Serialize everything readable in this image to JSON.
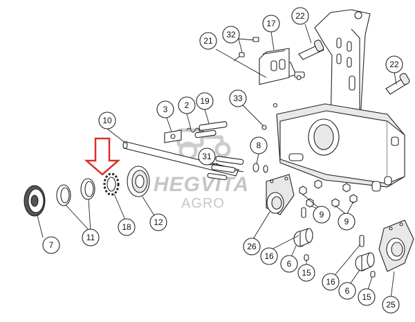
{
  "watermark": {
    "brand": "HEGVITA",
    "sub": "AGRO"
  },
  "arrow": {
    "color": "#d9302a",
    "target_part": "18"
  },
  "callouts": [
    {
      "id": "c-2",
      "label": "2"
    },
    {
      "id": "c-3",
      "label": "3"
    },
    {
      "id": "c-19",
      "label": "19"
    },
    {
      "id": "c-10",
      "label": "10"
    },
    {
      "id": "c-31",
      "label": "31"
    },
    {
      "id": "c-8",
      "label": "8"
    },
    {
      "id": "c-17",
      "label": "17"
    },
    {
      "id": "c-32",
      "label": "32"
    },
    {
      "id": "c-21",
      "label": "21"
    },
    {
      "id": "c-33",
      "label": "33"
    },
    {
      "id": "c-22a",
      "label": "22"
    },
    {
      "id": "c-22b",
      "label": "22"
    },
    {
      "id": "c-7",
      "label": "7"
    },
    {
      "id": "c-11",
      "label": "11"
    },
    {
      "id": "c-18",
      "label": "18"
    },
    {
      "id": "c-12",
      "label": "12"
    },
    {
      "id": "c-26",
      "label": "26"
    },
    {
      "id": "c-9a",
      "label": "9"
    },
    {
      "id": "c-9b",
      "label": "9"
    },
    {
      "id": "c-16a",
      "label": "16"
    },
    {
      "id": "c-6a",
      "label": "6"
    },
    {
      "id": "c-15a",
      "label": "15"
    },
    {
      "id": "c-16b",
      "label": "16"
    },
    {
      "id": "c-6b",
      "label": "6"
    },
    {
      "id": "c-15b",
      "label": "15"
    },
    {
      "id": "c-25",
      "label": "25"
    }
  ]
}
